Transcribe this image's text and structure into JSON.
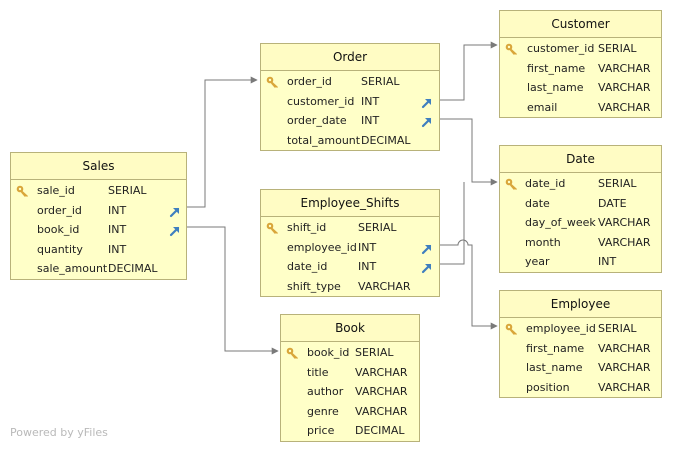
{
  "colors": {
    "entity_fill": "#ffffc8",
    "entity_border": "#b8b27a",
    "edge": "#7a7a7a",
    "key_icon": "#d9a63a",
    "fk_icon": "#3f7fbf"
  },
  "watermark": "Powered by yFiles",
  "entities": {
    "sales": {
      "title": "Sales",
      "fields": [
        {
          "name": "sale_id",
          "type": "SERIAL",
          "pk": true,
          "fk": false
        },
        {
          "name": "order_id",
          "type": "INT",
          "pk": false,
          "fk": true
        },
        {
          "name": "book_id",
          "type": "INT",
          "pk": false,
          "fk": true
        },
        {
          "name": "quantity",
          "type": "INT",
          "pk": false,
          "fk": false
        },
        {
          "name": "sale_amount",
          "type": "DECIMAL",
          "pk": false,
          "fk": false
        }
      ]
    },
    "order": {
      "title": "Order",
      "fields": [
        {
          "name": "order_id",
          "type": "SERIAL",
          "pk": true,
          "fk": false
        },
        {
          "name": "customer_id",
          "type": "INT",
          "pk": false,
          "fk": true
        },
        {
          "name": "order_date",
          "type": "INT",
          "pk": false,
          "fk": true
        },
        {
          "name": "total_amount",
          "type": "DECIMAL",
          "pk": false,
          "fk": false
        }
      ]
    },
    "employee_shifts": {
      "title": "Employee_Shifts",
      "fields": [
        {
          "name": "shift_id",
          "type": "SERIAL",
          "pk": true,
          "fk": false
        },
        {
          "name": "employee_id",
          "type": "INT",
          "pk": false,
          "fk": true
        },
        {
          "name": "date_id",
          "type": "INT",
          "pk": false,
          "fk": true
        },
        {
          "name": "shift_type",
          "type": "VARCHAR",
          "pk": false,
          "fk": false
        }
      ]
    },
    "book": {
      "title": "Book",
      "fields": [
        {
          "name": "book_id",
          "type": "SERIAL",
          "pk": true,
          "fk": false
        },
        {
          "name": "title",
          "type": "VARCHAR",
          "pk": false,
          "fk": false
        },
        {
          "name": "author",
          "type": "VARCHAR",
          "pk": false,
          "fk": false
        },
        {
          "name": "genre",
          "type": "VARCHAR",
          "pk": false,
          "fk": false
        },
        {
          "name": "price",
          "type": "DECIMAL",
          "pk": false,
          "fk": false
        }
      ]
    },
    "customer": {
      "title": "Customer",
      "fields": [
        {
          "name": "customer_id",
          "type": "SERIAL",
          "pk": true,
          "fk": false
        },
        {
          "name": "first_name",
          "type": "VARCHAR",
          "pk": false,
          "fk": false
        },
        {
          "name": "last_name",
          "type": "VARCHAR",
          "pk": false,
          "fk": false
        },
        {
          "name": "email",
          "type": "VARCHAR",
          "pk": false,
          "fk": false
        }
      ]
    },
    "date": {
      "title": "Date",
      "fields": [
        {
          "name": "date_id",
          "type": "SERIAL",
          "pk": true,
          "fk": false
        },
        {
          "name": "date",
          "type": "DATE",
          "pk": false,
          "fk": false
        },
        {
          "name": "day_of_week",
          "type": "VARCHAR",
          "pk": false,
          "fk": false
        },
        {
          "name": "month",
          "type": "VARCHAR",
          "pk": false,
          "fk": false
        },
        {
          "name": "year",
          "type": "INT",
          "pk": false,
          "fk": false
        }
      ]
    },
    "employee": {
      "title": "Employee",
      "fields": [
        {
          "name": "employee_id",
          "type": "SERIAL",
          "pk": true,
          "fk": false
        },
        {
          "name": "first_name",
          "type": "VARCHAR",
          "pk": false,
          "fk": false
        },
        {
          "name": "last_name",
          "type": "VARCHAR",
          "pk": false,
          "fk": false
        },
        {
          "name": "position",
          "type": "VARCHAR",
          "pk": false,
          "fk": false
        }
      ]
    }
  },
  "relationships": [
    {
      "from": "sales.order_id",
      "to": "order.order_id"
    },
    {
      "from": "sales.book_id",
      "to": "book.book_id"
    },
    {
      "from": "order.customer_id",
      "to": "customer.customer_id"
    },
    {
      "from": "order.order_date",
      "to": "date.date_id"
    },
    {
      "from": "employee_shifts.employee_id",
      "to": "employee.employee_id"
    },
    {
      "from": "employee_shifts.date_id",
      "to": "date.date_id"
    }
  ]
}
